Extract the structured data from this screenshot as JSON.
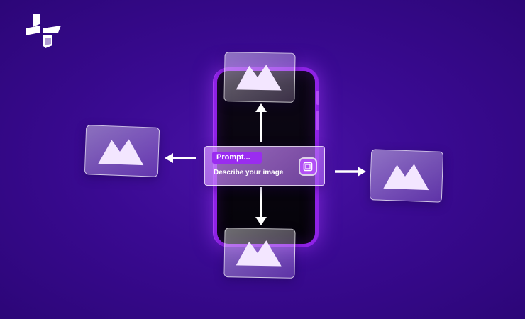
{
  "prompt_panel": {
    "title": "Prompt...",
    "placeholder_text": "Describe your image",
    "action_icon": "image-icon"
  },
  "icons": {
    "brand": "brand-logo",
    "image_cards": "mountain-image-icon",
    "arrows": [
      "arrow-up-icon",
      "arrow-down-icon",
      "arrow-left-icon",
      "arrow-right-icon"
    ]
  },
  "colors": {
    "background": "#3a0a92",
    "phone_edge": "#8f22e6",
    "prompt_title_bg": "#9a2cf0",
    "card_glyph": "#f3e6ff"
  }
}
